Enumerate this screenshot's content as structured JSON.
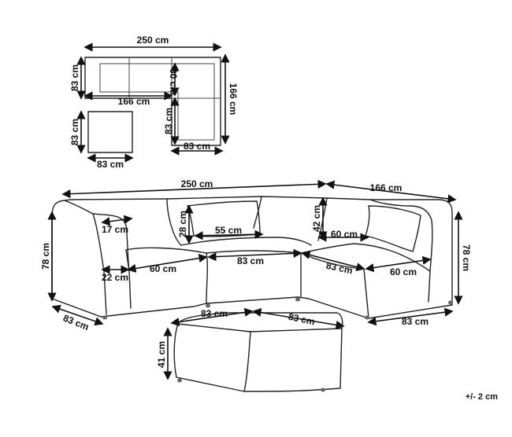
{
  "plan": {
    "width_top": "250 cm",
    "depth_left": "83 cm",
    "inner_width": "166 cm",
    "inner_gap": "60 cm",
    "right_depth": "166 cm",
    "chaise_depth": "83 cm",
    "chaise_width": "83 cm",
    "ottoman_depth": "83 cm",
    "ottoman_width": "83 cm"
  },
  "view": {
    "width_top": "250 cm",
    "right_width": "166 cm",
    "arm_width": "17 cm",
    "back_height_left": "28 cm",
    "cushion_width": "55 cm",
    "back_height_right": "42 cm",
    "seat_depth_right": "60 cm",
    "height_left": "78 cm",
    "height_right": "78 cm",
    "arm_depth": "22 cm",
    "seat_depth_left": "60 cm",
    "module_width": "83 cm",
    "corner_depth": "83 cm",
    "seat_depth_bottom": "60 cm",
    "depth_left": "83 cm",
    "depth_bottom_right": "83 cm",
    "ottoman_width": "83 cm",
    "ottoman_depth": "83 cm",
    "ottoman_height": "41 cm"
  },
  "tolerance": "+/- 2 cm"
}
